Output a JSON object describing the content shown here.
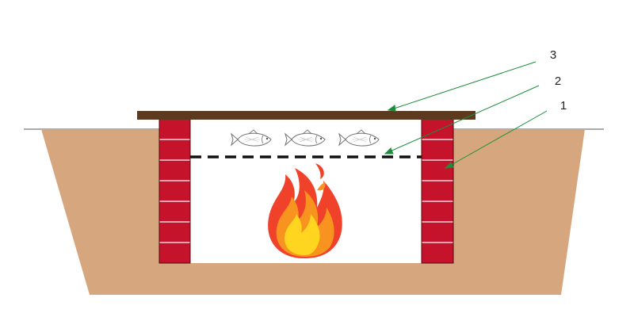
{
  "callouts": [
    {
      "number": "1",
      "target": "brick-wall"
    },
    {
      "number": "2",
      "target": "grill-grate"
    },
    {
      "number": "3",
      "target": "lid-plank"
    }
  ],
  "icons": {
    "fish": "fish-icon",
    "flame": "flame-icon"
  },
  "colors": {
    "soil": "#d6a77f",
    "brick": "#c4132b",
    "brick_mortar": "#ffffff",
    "lid": "#5b3a1f",
    "grate": "#111111",
    "leader_line": "#1a8f3a",
    "flame_outer": "#f0422a",
    "flame_mid": "#f7931e",
    "flame_inner": "#ffd51f"
  }
}
